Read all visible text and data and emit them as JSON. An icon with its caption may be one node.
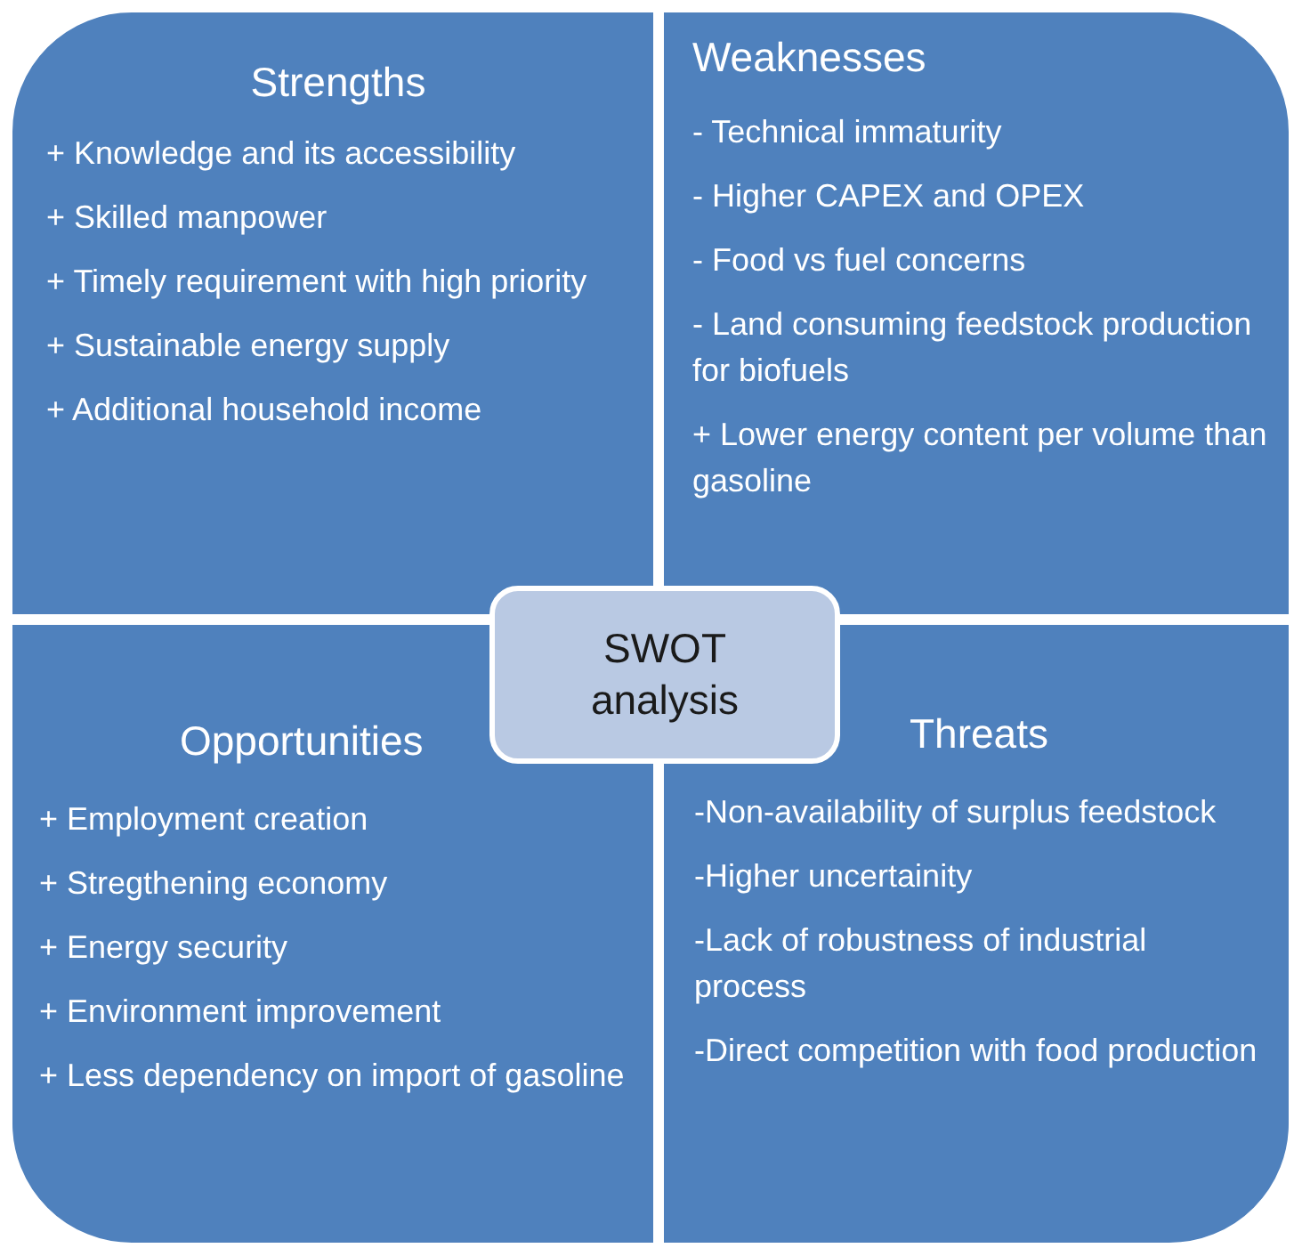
{
  "diagram": {
    "nodes": [
      {
        "text": [
          "Strengths",
          "+ Knowledge and its accessibility",
          "+ Skilled manpower",
          "+ Timely requirement with high priority",
          "+ Sustainable energy supply",
          "+ Additional household income"
        ]
      },
      {
        "text": [
          "Weaknesses",
          "- Technical immaturity",
          "- Higher CAPEX and OPEX",
          "- Food vs fuel concerns",
          "- Land consuming feedstock production for biofuels",
          "+ Lower energy content per volume than gasoline"
        ]
      },
      {
        "text": [
          "Opportunities",
          "+ Employment creation",
          "+ Stregthening economy",
          "+ Energy security",
          "+ Environment improvement",
          "+ Less dependency on import of gasoline"
        ]
      },
      {
        "text": [
          "Threats",
          "-Non-availability of surplus feedstock",
          "-Higher uncertainity",
          "-Lack of robustness of industrial process",
          "-Direct competition with food production"
        ]
      },
      {
        "text": [
          "SWOT analysis"
        ]
      }
    ]
  }
}
